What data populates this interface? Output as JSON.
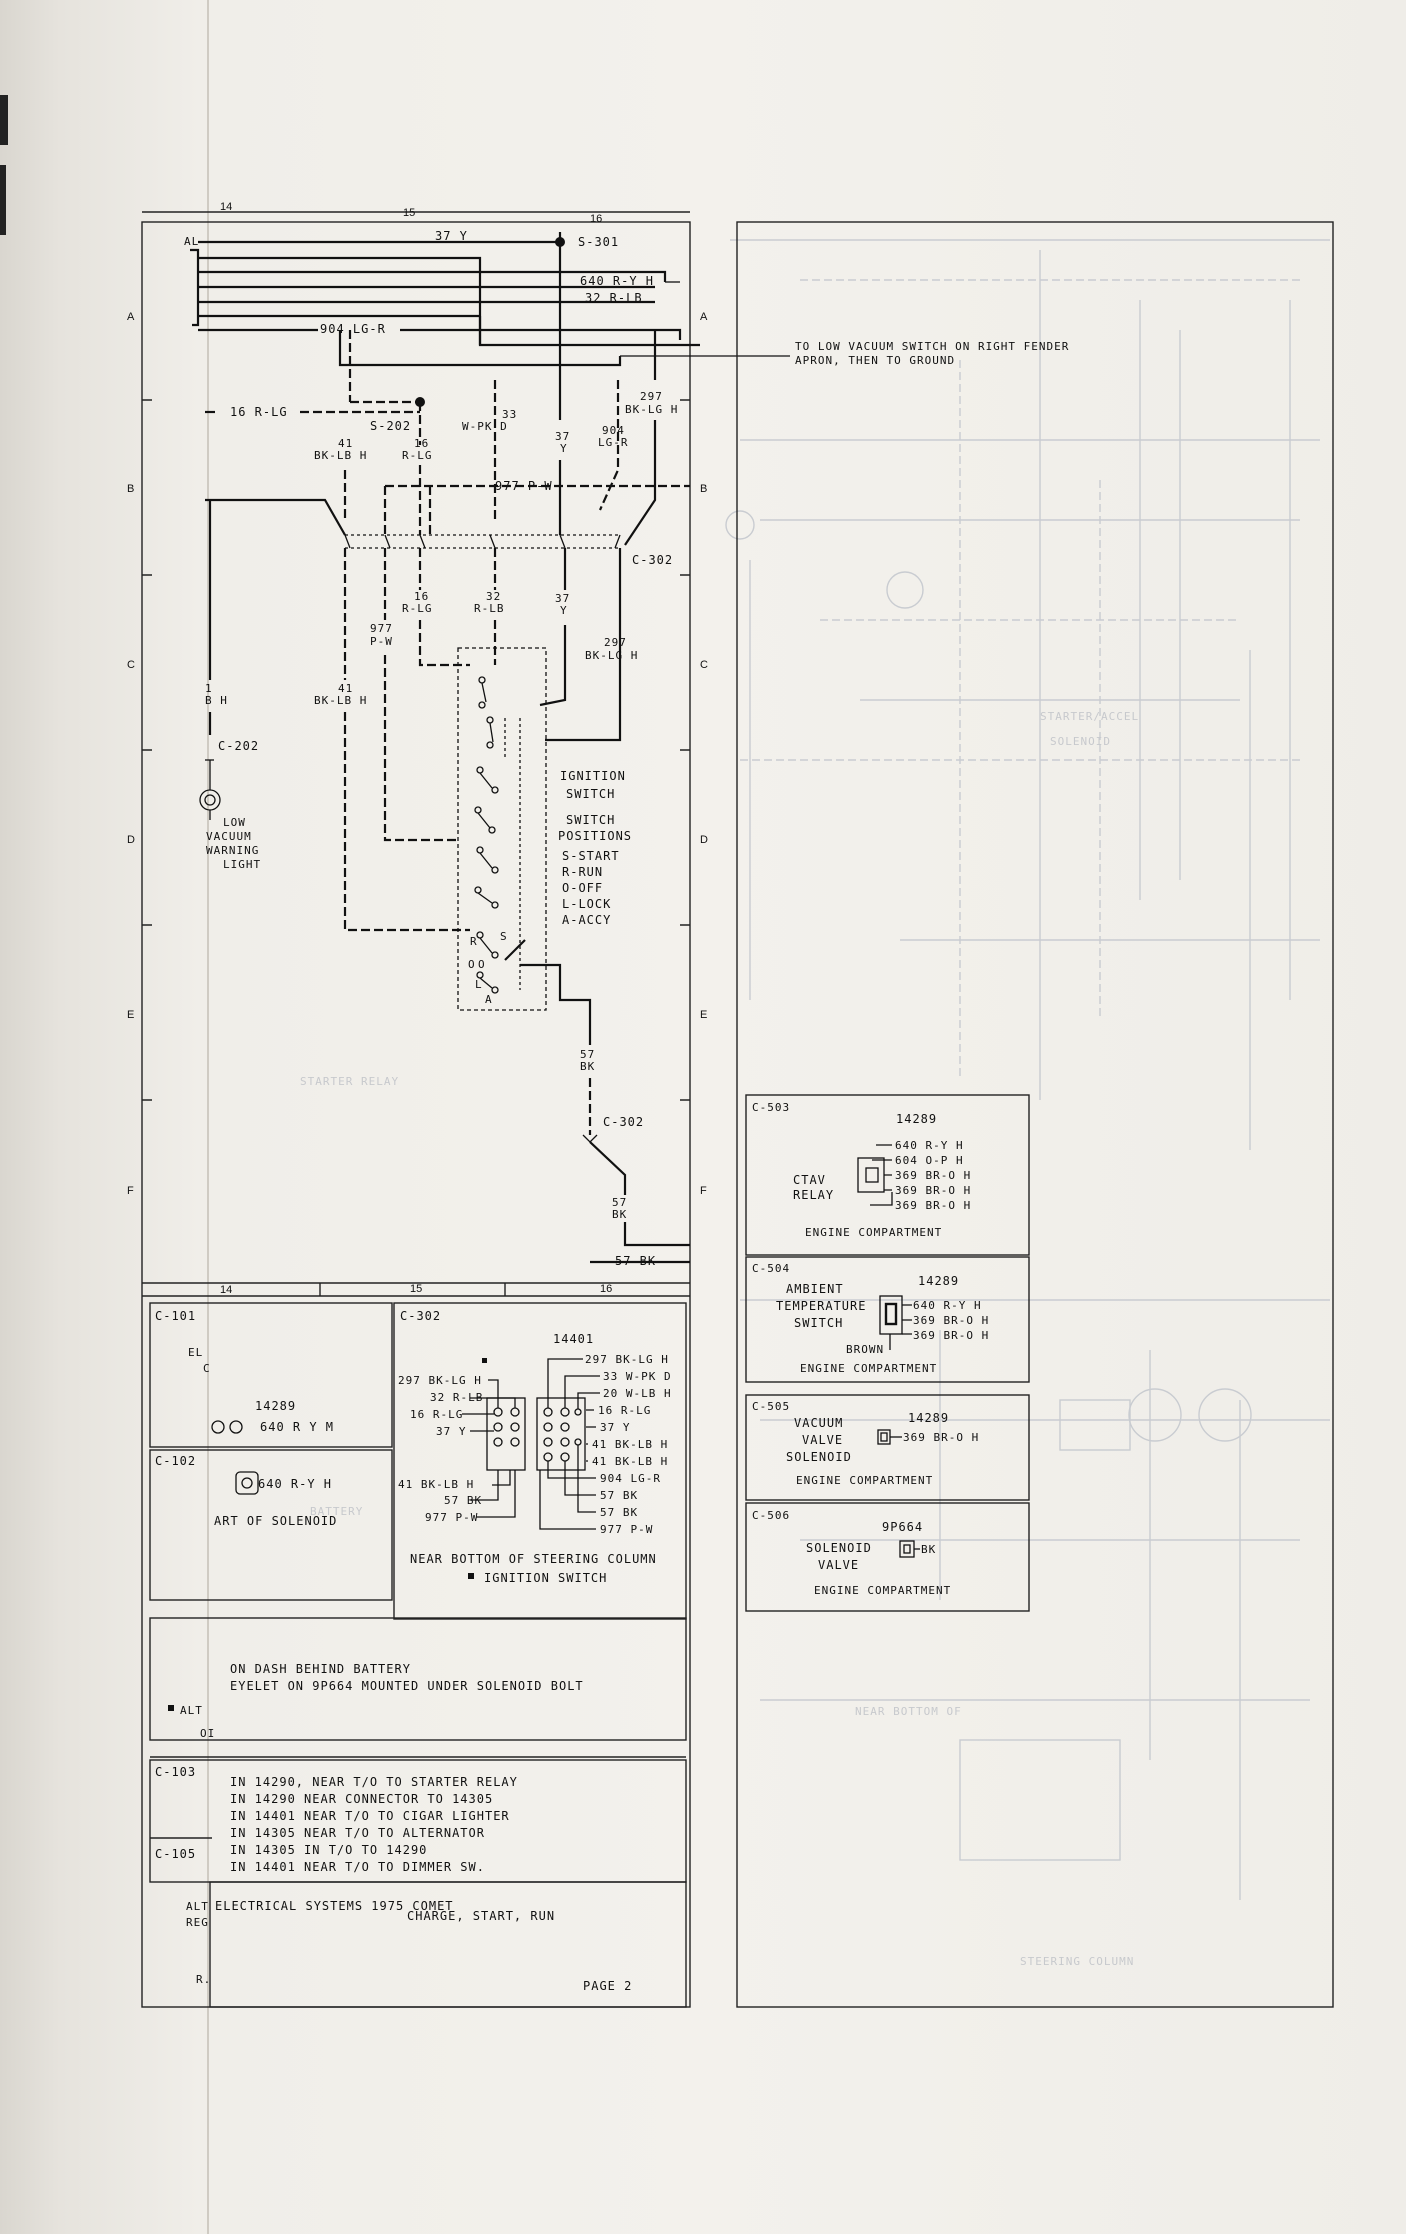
{
  "grid": {
    "columns_top": [
      "14",
      "15",
      "16"
    ],
    "columns_mid": [
      "14",
      "15",
      "16"
    ],
    "rows_left": [
      "A",
      "B",
      "C",
      "D",
      "E",
      "F"
    ],
    "rows_mid": [
      "A",
      "B",
      "C",
      "D",
      "E",
      "F"
    ]
  },
  "main_diagram": {
    "al_label": "AL",
    "splice_s301": "S-301",
    "splice_s202": "S-202",
    "wire_37y": "37 Y",
    "wire_640": "640 R-Y H",
    "wire_32rlb": "32 R-LB",
    "wire_904": "904 LG-R",
    "note_low_vacuum": "TO LOW VACUUM SWITCH ON RIGHT FENDER",
    "note_low_vacuum2": "APRON, THEN TO GROUND",
    "wire_16rlg": "16 R-LG",
    "w41_a": "41",
    "w41_b": "BK-LB H",
    "w16_a": "16",
    "w16_b": "R-LG",
    "w33_a": "33",
    "w33_b": "W-PK D",
    "w37_a": "37",
    "w37_b": "Y",
    "w904_a": "904",
    "w904_b": "LG-R",
    "w297_a": "297",
    "w297_b": "BK-LG H",
    "wire_977": "977 P-W",
    "conn_c302": "C-302",
    "w16c_a": "16",
    "w16c_b": "R-LG",
    "w32c_a": "32",
    "w32c_b": "R-LB",
    "w37c_a": "37",
    "w37c_b": "Y",
    "w977c_a": "977",
    "w977c_b": "P-W",
    "w297c_a": "297",
    "w297c_b": "BK-LG H",
    "w1_a": "1",
    "w1_b": "B H",
    "w41c_a": "41",
    "w41c_b": "BK-LB H",
    "conn_c202": "C-202",
    "lamp_l1": "LOW",
    "lamp_l2": "VACUUM",
    "lamp_l3": "WARNING",
    "lamp_l4": "LIGHT",
    "ign_title1": "IGNITION",
    "ign_title2": "SWITCH",
    "ign_pos1": "SWITCH",
    "ign_pos2": "POSITIONS",
    "ign_s": "S-START",
    "ign_r": "R-RUN",
    "ign_o": "O-OFF",
    "ign_l": "L-LOCK",
    "ign_a": "A-ACCY",
    "pin_s": "S",
    "pin_r": "R",
    "pin_o": "O",
    "pin_o2": "O",
    "pin_l": "L",
    "pin_a": "A",
    "w57_a": "57",
    "w57_b": "BK",
    "conn_c302b": "C-302",
    "w57b_a": "57",
    "w57b_b": "BK",
    "wire_57bk": "57 BK"
  },
  "connectors": {
    "c101": "C-101",
    "c101_el": "EL",
    "c101_c": "C",
    "c101_part": "14289",
    "c101_wire": "640 R Y M",
    "c102": "C-102",
    "c102_wire": "640 R-Y H",
    "c102_desc": "ART OF SOLENOID",
    "c302": "C-302",
    "c302_part": "14401",
    "c302_left": [
      "297 BK-LG H",
      "32 R-LB",
      "16 R-LG",
      "37 Y",
      "41 BK-LB H",
      "57 BK",
      "977 P-W"
    ],
    "c302_right": [
      "297 BK-LG H",
      "33 W-PK D",
      "20 W-LB H",
      "16 R-LG",
      "37 Y",
      "41 BK-LB H",
      "41 BK-LB H",
      "904 LG-R",
      "57 BK",
      "57 BK",
      "977 P-W"
    ],
    "c302_loc": "NEAR BOTTOM OF STEERING COLUMN",
    "c302_note": "IGNITION SWITCH",
    "mid_note1": "ON DASH BEHIND BATTERY",
    "mid_note2": "EYELET ON 9P664 MOUNTED UNDER SOLENOID BOLT",
    "alt_label": "ALT",
    "alt_sub": "OI",
    "c103": "C-103",
    "c105": "C-105",
    "c105_alt": "ALT",
    "c105_reg": "REG",
    "c105_r": "R.",
    "list": [
      "IN 14290, NEAR T/O TO STARTER RELAY",
      "IN 14290 NEAR  CONNECTOR TO 14305",
      "IN 14401 NEAR T/O TO CIGAR LIGHTER",
      "IN 14305 NEAR T/O TO ALTERNATOR",
      "IN 14305 IN T/O TO 14290",
      "IN 14401 NEAR T/O TO DIMMER SW."
    ]
  },
  "title_block": {
    "line1": "ELECTRICAL SYSTEMS 1975 COMET",
    "line2": "CHARGE, START, RUN",
    "page": "PAGE 2"
  },
  "right_panel": {
    "c503": "C-503",
    "c503_part": "14289",
    "c503_wires": [
      "640 R-Y H",
      "604 O-P H",
      "369 BR-O H",
      "369 BR-O H",
      "369 BR-O H"
    ],
    "c503_name1": "CTAV",
    "c503_name2": "RELAY",
    "c503_loc": "ENGINE COMPARTMENT",
    "c504": "C-504",
    "c504_part": "14289",
    "c504_name1": "AMBIENT",
    "c504_name2": "TEMPERATURE",
    "c504_name3": "SWITCH",
    "c504_wires": [
      "640 R-Y H",
      "369 BR-O H",
      "369 BR-O H"
    ],
    "c504_color": "BROWN",
    "c504_loc": "ENGINE COMPARTMENT",
    "c505": "C-505",
    "c505_part": "14289",
    "c505_name1": "VACUUM",
    "c505_name2": "VALVE",
    "c505_name3": "SOLENOID",
    "c505_wire": "369 BR-O H",
    "c505_loc": "ENGINE COMPARTMENT",
    "c506": "C-506",
    "c506_part": "9P664",
    "c506_name1": "SOLENOID",
    "c506_name2": "VALVE",
    "c506_wire": "BK",
    "c506_loc": "ENGINE COMPARTMENT"
  }
}
